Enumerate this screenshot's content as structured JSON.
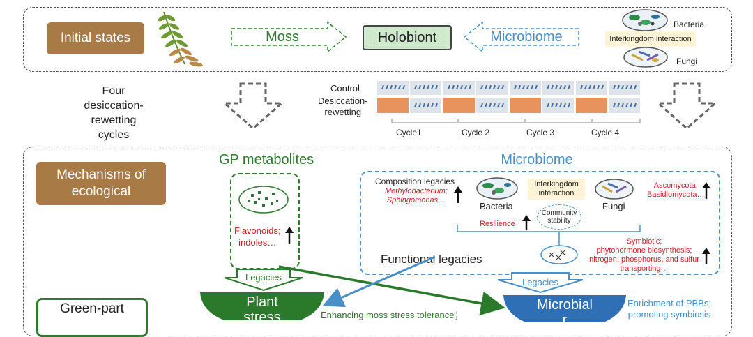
{
  "top": {
    "initial_states": "Initial states",
    "moss": "Moss",
    "holobiont": "Holobiont",
    "microbiome": "Microbiome",
    "bacteria": "Bacteria",
    "interkingdom": "Interkingdom interaction",
    "fungi": "Fungi"
  },
  "cycles": {
    "four_line1": "Four",
    "four_line2": "desiccation-rewetting",
    "four_line3": "cycles",
    "control": "Control",
    "desic1": "Desiccation-",
    "desic2": "rewetting",
    "labels": [
      "Cycle1",
      "Cycle 2",
      "Cycle 3",
      "Cycle 4"
    ]
  },
  "mechanisms": {
    "box_line1": "Mechanisms of",
    "box_line2": "ecological",
    "gp_title": "GP metabolites",
    "flavonoids": "Flavonoids;",
    "indoles": "indoles…",
    "legacies_left": "Legacies",
    "plant_line1": "Plant",
    "plant_line2": "stress",
    "green_part": "Green-part",
    "micro_title": "Microbiome",
    "composition": "Composition legacies",
    "methylo": "Methylobacterium;",
    "sphingo": "Sphingomonas…",
    "bacteria": "Bacteria",
    "interk1": "Interkingdom",
    "interk2": "interaction",
    "fungi": "Fungi",
    "ascomycota": "Ascomycota;",
    "basidio": "Basidiomycota…",
    "resilience": "Resilience",
    "community1": "Community",
    "community2": "stability",
    "symb1": "Symbiotic;",
    "symb2": "phytohormone biosynthesis;",
    "symb3": "nitrogen, phosphorus, and sulfur",
    "symb4": "transporting…",
    "functional": "Functional legacies",
    "legacies_right": "Legacies",
    "microbial_line1": "Microbial",
    "microbial_line2": "r",
    "enhancing": "Enhancing moss stress tolerance；",
    "enrich1": "Enrichment of PBBs;",
    "enrich2": "promoting symbiosis"
  },
  "colors": {
    "brown": "#a87a45",
    "green": "#2f7a2f",
    "blue": "#4a90c8",
    "red": "#d0202a",
    "salmon": "#e8925e",
    "tile": "#dfe3ea"
  }
}
